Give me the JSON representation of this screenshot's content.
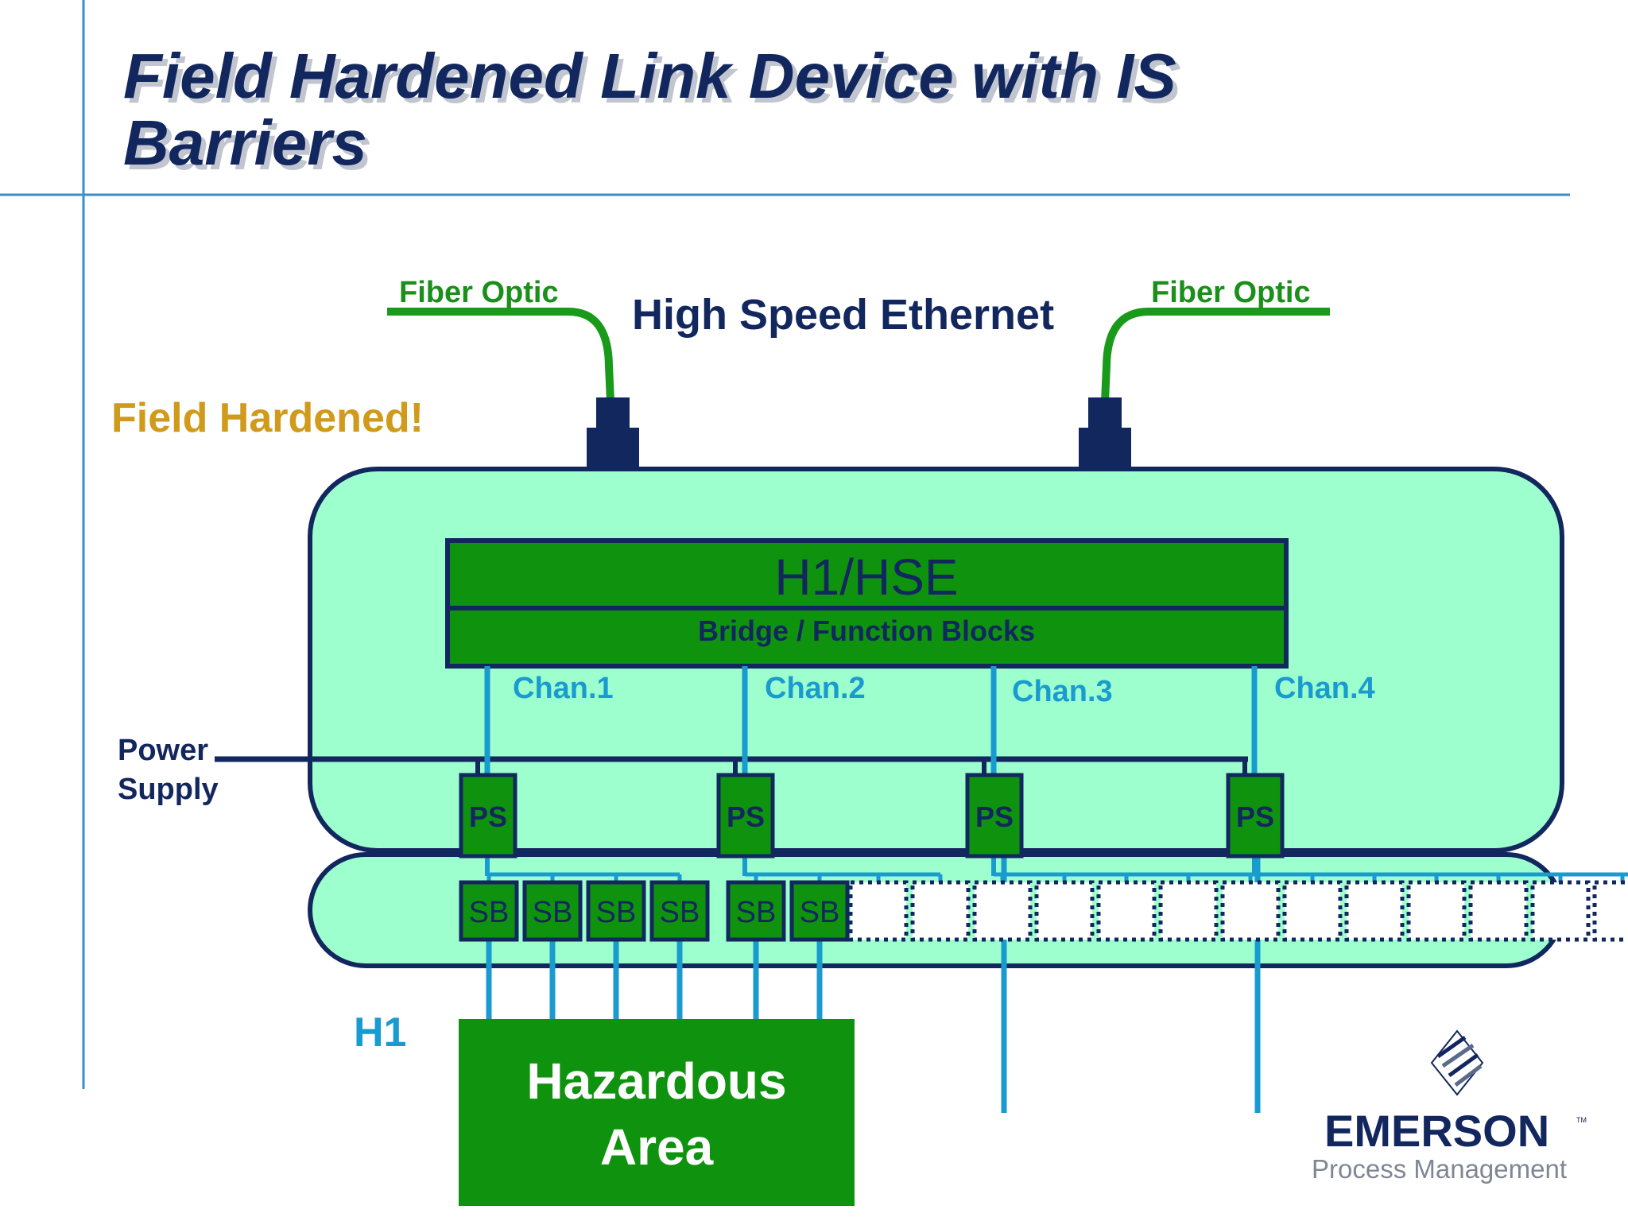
{
  "title": {
    "line1": "Field Hardened Link Device with IS",
    "line2": "Barriers"
  },
  "labels": {
    "fiber_left": "Fiber Optic",
    "fiber_right": "Fiber Optic",
    "ethernet": "High Speed Ethernet",
    "field_hardened": "Field Hardened!",
    "power_line1": "Power",
    "power_line2": "Supply",
    "h1": "H1"
  },
  "bridge": {
    "main": "H1/HSE",
    "sub": "Bridge / Function Blocks"
  },
  "channels": [
    "Chan.1",
    "Chan.2",
    "Chan.3",
    "Chan.4"
  ],
  "power_supply_label": "PS",
  "barrier_label": "SB",
  "hazardous": {
    "line1": "Hazardous",
    "line2": "Area"
  },
  "logo": {
    "name": "EMERSON",
    "tagline": "Process Management",
    "tm": "TM"
  },
  "colors": {
    "navy": "#13275f",
    "device_fill": "#9dffce",
    "block_green": "#0f930f",
    "fiber_green": "#1a9a1a",
    "wire_blue": "#1a9bd0",
    "gold": "#d09a1a",
    "rule_blue": "#3a8fc8"
  }
}
